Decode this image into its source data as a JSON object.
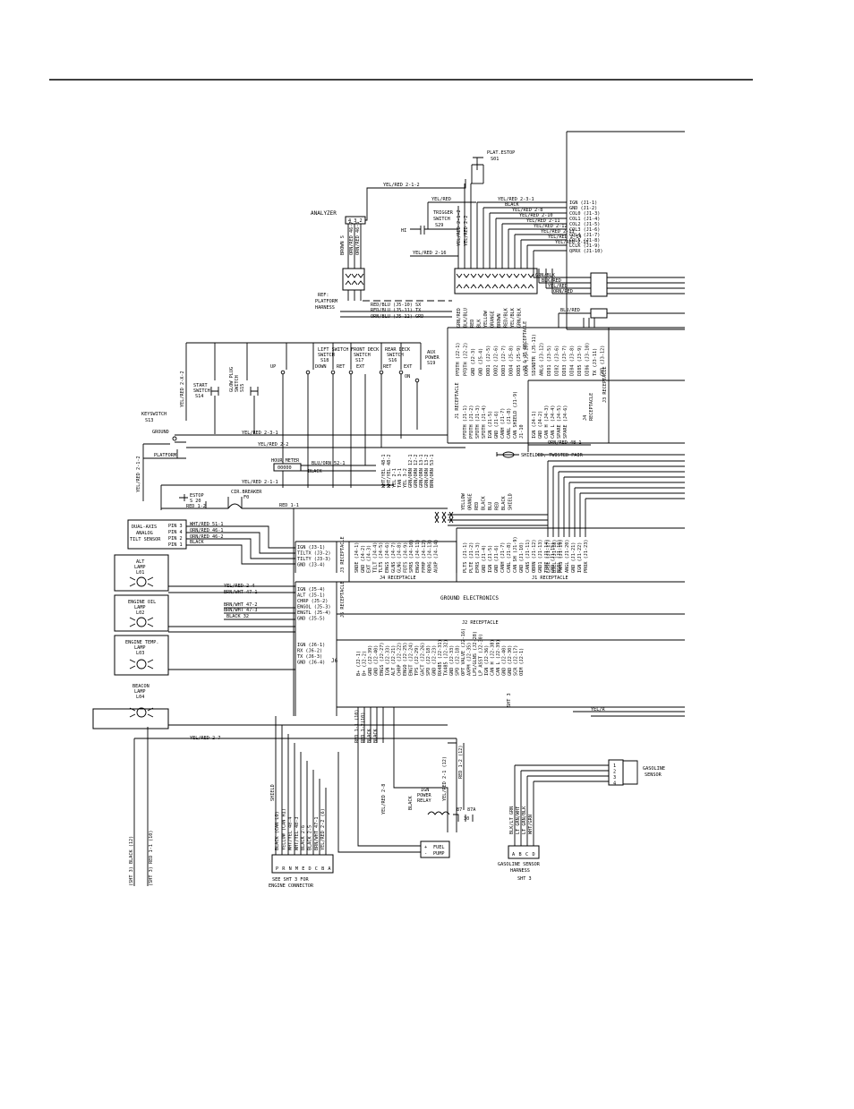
{
  "labels": {
    "plat_estop": "PLAT.ESTOP",
    "plat_estop_num": "S01",
    "analyzer": "ANALYZER",
    "analyzer_pins": "4 3 2",
    "brown_s": "BROWN S",
    "orn_red_46_7": "ORN/RED 46-7",
    "orn_red_46_6": "ORN/RED 46-6",
    "yel_red_2_1_2": "YEL/RED 2-1-2",
    "yel_red": "YEL/RED",
    "trigger_switch": "TRIGGER",
    "trigger_switch2": "SWITCH",
    "trigger_num": "S29",
    "hi": "HI",
    "yel_red_2_16": "YEL/RED 2-16",
    "ref_platform": "REF:",
    "ref_platform2": "PLATFORM",
    "ref_platform3": "HARNESS",
    "red_blu_sx": "RED/BLU (J5-10) SX",
    "red_blu_tx": "RED/BLU (J5-11) TX",
    "orn_blu_grd": "ORN/BLU (J5-12) GRD",
    "lift_switch": "LIFT SWITCH",
    "lift_switch2": "SWITCH",
    "lift_num": "S18",
    "up": "UP",
    "down": "DOWN",
    "front_deck": "FRONT DECK",
    "front_deck2": "SWITCH",
    "front_num": "S17",
    "ret": "RET",
    "ext": "EXT",
    "rear_deck": "REAR DECK",
    "rear_deck2": "SWITCH",
    "rear_num": "S16",
    "aux_power": "AUX",
    "aux_power2": "POWER",
    "aux_num": "S19",
    "on": "ON",
    "start_switch": "START",
    "start_switch2": "SWITCH",
    "start_num": "S14",
    "glow_plug": "GLOW PLUG",
    "glow_plug2": "SWITCH",
    "glow_num": "S15",
    "yel_red_2_x_2": "YEL/RED 2-X-2",
    "keyswitch": "KEYSWITCH",
    "keyswitch_num": "S13",
    "ground": "GROUND",
    "platform": "PLATFORM",
    "yel_red_2_1_2b": "YEL/RED 2-1-2",
    "yel_red_2_3_1": "YEL/RED 2-3-1",
    "yel_red_2_2": "YEL/RED 2-2",
    "hour_meter": "HOUR METER",
    "hour_meter_val": "00000",
    "blu_orn_52_1": "BLU/ORN 52-1",
    "black": "BLACK",
    "yel_red_2_1_1": "YEL/RED 2-1-1",
    "estop": "ESTOP",
    "estop_num": "S 20",
    "cir_breaker": "CIR.BREAKER",
    "cir_breaker_num": "F0",
    "red_1_2": "RED 1-2",
    "red_1_1": "RED 1-1",
    "dual_axis": "DUAL-AXIS",
    "analog": "ANALOG",
    "tilt_sensor": "TILT SENSOR",
    "pin3": "PIN 3",
    "pin4": "PIN 4",
    "pin2": "PIN 2",
    "pin1": "PIN 1",
    "wht_red_51_1": "WHT/RED 51-1",
    "orn_red_46_1": "ORN/RED 46-1",
    "orn_red_46_2": "ORN/RED 46-2",
    "black2": "BLACK",
    "alt_lamp": "ALT",
    "alt_lamp2": "LAMP",
    "alt_num": "L01",
    "engine_oil": "ENGINE OIL",
    "engine_oil2": "LAMP",
    "engine_oil_num": "L02",
    "engine_temp": "ENGINE TEMP.",
    "engine_temp2": "LAMP",
    "engine_temp_num": "L03",
    "beacon": "BEACON",
    "beacon2": "LAMP",
    "beacon_num": "L04",
    "yel_red_2_4": "YEL/RED 2-4",
    "brn_wht_47_1": "BRN/WHT 47-1",
    "brn_wht_47_2": "BRN/WHT 47-2",
    "brn_wht_47_3": "BRN/WHT 47-3",
    "black_32": "BLACK 32",
    "yel_red_2_7": "YEL/RED 2-7",
    "j3_receptacle": "J3 RECEPTACLE",
    "j5_receptacle": "J5 RECEPTACLE",
    "j6": "J6",
    "j4_receptacle": "J4 RECEPTACLE",
    "j1_receptacle": "J1 RECEPTACLE",
    "j2_receptacle": "J2 RECEPTACLE",
    "ground_electronics": "GROUND ELECTRONICS",
    "j1_receptacle_v": "J1 RECEPTACLE",
    "j2_j5_receptacle": "J2 & J5 RECEPTACLE",
    "j3_receptacle_v": "J3 RECEPTACLE",
    "j4_receptacle_v": "J4",
    "j4_receptacle_v2": "RECEPTACLE",
    "orn_red_48_1": "ORN/RED 48-1",
    "shielded": "SHIELDED, TWISTED PAIR",
    "grn_blk": "GRN/BLK",
    "blk_red": "BLK/RED",
    "yel_red2": "YEL/RED",
    "orn_red": "ORN/RED",
    "blu_red": "BLU/RED",
    "yel_r": "YEL/R",
    "black_wire": "BLACK",
    "ign_power": "IGN",
    "ign_power2": "POWER",
    "ign_power3": "RELAY",
    "n87": "87",
    "n87a": "87A",
    "n30": "30",
    "yel_red_2_8": "YEL/RED 2-8",
    "yel_red_2_1_12": "YEL/RED 2-1 (12)",
    "red_1_2_12": "RED 1-2 (12)",
    "fuel_pump": "FUEL",
    "fuel_pump2": "PUMP",
    "plus": "+",
    "minus": "-",
    "shield": "SHIELD",
    "sht3_black": "(SHT 3)  BLACK (12)",
    "sht3_red": "(SHT 3)  RED 1-1 (10)",
    "see_sht3": "SEE SHT 3 FOR",
    "engine_connector": "ENGINE CONNECTOR",
    "gasoline_sensor": "GASOLINE",
    "gasoline_sensor2": "SENSOR",
    "gas_harness": "GASOLINE SENSOR",
    "gas_harness2": "HARNESS",
    "gas_sht": "SHT 3",
    "blk_lt_grn": "BLK/LT GRN",
    "lt_grn_wht": "LT GRN/WHT",
    "lt_grn_blk": "LT GRN/BLK",
    "wht_grn": "WHT/GRN"
  },
  "j1_list": [
    "IGN (J1-1)",
    "GND (J1-2)",
    "COL0 (J1-3)",
    "COL1 (J1-4)",
    "COL2 (J1-5)",
    "COL3 (J1-6)",
    "COL4 (J1-7)",
    "COL5 (J1-8)",
    "LCLK (J1-9)",
    "QPRX (J1-10)"
  ],
  "top_wires": [
    "YEL/RED 2-3-1",
    "BLACK",
    "YEL/RED 2-8",
    "YEL/RED 2-10",
    "YEL/RED 2-11",
    "YEL/RED 2-12",
    "YEL/RED 2-13",
    "YEL/RED 2-14",
    "YEL/RED 2-15"
  ],
  "conn_wires": [
    "GRN/RED",
    "BLK/BLU",
    "RED",
    "BLK",
    "YELLOW",
    "ORANGE",
    "BROWN",
    "RED/BLK",
    "YEL/BLK",
    "GRN/BLK"
  ],
  "recept_top": [
    "PFDTH (J2-1)",
    "PFDTH (J2-2)",
    "GND (J2-3)",
    "GND (J5-4)",
    "DOD1 (J2-5)",
    "DOD2 (J2-6)",
    "DOD3 (J2-7)",
    "DOD4 (J5-8)",
    "DOD5 (J5-9)",
    "DOD6 (J5-10)",
    "SIGNDTR (J5-11)",
    "ANLG (J3-12)",
    "DI01 (J3-5)",
    "DI02 (J3-6)",
    "DI03 (J3-7)",
    "DI04 (J3-8)",
    "DI05 (J3-9)",
    "DI06 (J3-10)",
    "TX (J3-11)",
    "GND (J3-12)"
  ],
  "j1_vert": [
    "PFDTH (J1-1)",
    "PFDTH (J1-2)",
    "SFDTH (J1-3)",
    "SFDTH (J1-4)",
    "IGN (J1-5)",
    "GND (J1-6)",
    "CANH (J1-7)",
    "CANL (J1-8)",
    "CAN SHIELD (J1-9)",
    "J1-10"
  ],
  "j4_vert": [
    "IGN (J4-1)",
    "GND (J4-2)",
    "CAN H (J4-3)",
    "CAN L (J4-4)",
    "SPARE (J4-5)",
    "SPARE (J4-6)"
  ],
  "mid_wires": [
    "WHT/YEL 48-1",
    "WHT/YEL 48-2",
    "YEL 2-1",
    "TAN 3-1",
    "YEL 3-2",
    "GRN/ORN 12-1",
    "GRN/ORN 12-2",
    "GRN/ORN 13-1",
    "GRN/ORN 13-2",
    "BRN/ORN 53-1"
  ],
  "shield_wires": [
    "YELLOW",
    "ORANGE",
    "RED",
    "BLACK",
    "BLU",
    "RED",
    "BLACK",
    "SHIELD"
  ],
  "j3_pins": [
    "IGN (J3-1)",
    "TILTX (J3-2)",
    "TILTY (J3-3)",
    "GND (J3-4)"
  ],
  "j4_pins": [
    "SNDE (J4-1)",
    "GND (J4-2)",
    "EXT (J4-3)",
    "TILT (J4-4)",
    "TLT5 (J4-5)",
    "ENGS (J4-6)",
    "GLNS (J4-7)",
    "GLNG (J4-8)",
    "FDTS (J4-9)",
    "SPR5 (J4-10)",
    "ENGO (J4-11)",
    "FPMP (J4-12)",
    "RDRG (J4-13)",
    "AUXP (J4-14)"
  ],
  "j1_pins": [
    "PLTS (J1-1)",
    "PLTE (J1-2)",
    "EPRS (J1-3)",
    "GND (J1-4)",
    "IGN (J1-5)",
    "GND (J1-6)",
    "CANH (J1-7)",
    "CANL (J1-8)",
    "CAN SH (J1-9)",
    "GND (J1-10)",
    "CANS (J1-11)",
    "OBRN (J1-12)",
    "GND1 (J1-13)",
    "TRMI (J1-14)",
    "GND (J1-15)",
    "BSEL (J1-16)"
  ],
  "j1_pins2": [
    "LRSL (J1-17)",
    "BSEL (J1-18)",
    "PWMS (J1-19)",
    "ANGL (J1-20)",
    "GND (J1-21)",
    "IGN (J1-22)",
    "PROX (J1-23)"
  ],
  "j5_pins": [
    "IGN (J5-4)",
    "ALT (J5-1)",
    "CHRP (J5-2)",
    "ENGOL (J5-3)",
    "ENGTL (J5-4)",
    "GND (J5-5)"
  ],
  "j6_pins": [
    "IGN (J6-1)",
    "RX (J6-2)",
    "TX (J6-3)",
    "GND (J6-4)"
  ],
  "j2_pins": [
    "B+ (J2-1)",
    "B+ (J2-2)",
    "GND (J2-39)",
    "GND (J2-40)",
    "ENGS (J2-27)",
    "IGN (J2-33)",
    "ALT (J2-21)",
    "CHRP (J2-22)",
    "ENGO (J2-25)",
    "ENGT (J2-24)",
    "TPS (J2-29)",
    "GACT (J2-26)",
    "SPD (J2-18)",
    "GND (J2-23)",
    "RX485 (J2-31)",
    "TX485 (J2-32)",
    "GND (J2-33)",
    "SPD (J2-18)",
    "OPT VALVE (J2-16)",
    "AXPM (J2-35)",
    "LPS/GLNS (J2-28)",
    "LP ASST (J2-30)",
    "IGN (J2-36)",
    "CAN H (J2-38)",
    "CAN L (J2-39)",
    "GND (J2-40)",
    "GND (J2-30)",
    "SCR (J2-17)",
    "OIM (J2-1)"
  ],
  "j2_bottom_wires": [
    "RED 1-1 (10)",
    "RED 1-2(10)",
    "BLACK",
    "BLACK"
  ],
  "j2_wire_sht": "SHT 3",
  "eng_conn_pins": [
    "P",
    "R",
    "N",
    "M",
    "E",
    "D",
    "C",
    "B",
    "A"
  ],
  "eng_conn_wires": [
    "BLACK (CAN LO)",
    "YELLOW (CAN HI)",
    "WHT/YEL 48-4",
    "WHT/YEL 48-3",
    "BLACK 2-6",
    "BLACK 2-5",
    "BRN/WHT 47-1",
    "YEL/RED 2-2 (6)"
  ],
  "gas_pins": [
    "1",
    "2",
    "3",
    "4"
  ],
  "gas_conn_pins": [
    "A",
    "B",
    "C",
    "D"
  ]
}
